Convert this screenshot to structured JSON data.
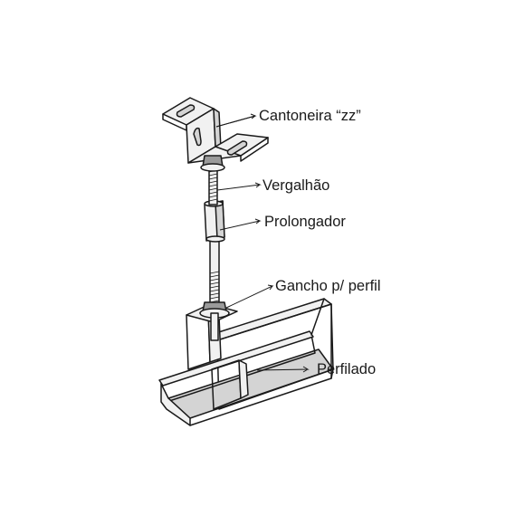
{
  "labels": {
    "cantoneira": "Cantoneira “zz”",
    "vergalhao": "Vergalhão",
    "prolongador": "Prolongador",
    "gancho": "Gancho p/ perfil",
    "perfilado": "Perfilado"
  },
  "colors": {
    "ink": "#1a1a1a",
    "metal": "#f1f1f1",
    "shade": "#d4d4d4"
  }
}
